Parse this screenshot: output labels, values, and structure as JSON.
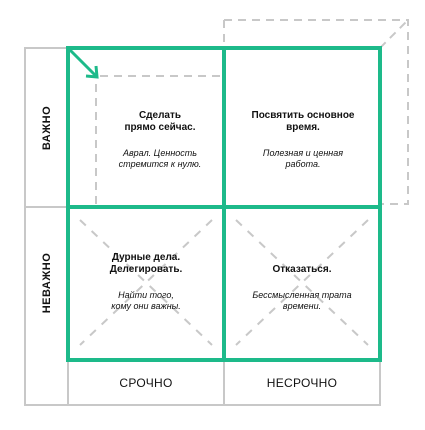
{
  "colors": {
    "accent": "#1dba8a",
    "frame": "#c8c8c8",
    "dashed": "#c8c8c8",
    "text": "#111111"
  },
  "rows": {
    "top": "ВАЖНО",
    "bottom": "НЕВАЖНО"
  },
  "columns": {
    "left": "СРОЧНО",
    "right": "НЕСРОЧНО"
  },
  "quadrants": {
    "top_left": {
      "title": "Сделать\nпрямо сейчас.",
      "desc": "Аврал. Ценность\nстремится к нулю."
    },
    "top_right": {
      "title": "Посвятить основное\nвремя.",
      "desc": "Полезная и ценная\nработа."
    },
    "bottom_left": {
      "title": "Дурные дела.\nДелегировать.",
      "desc": "Найти того,\nкому они важны."
    },
    "bottom_right": {
      "title": "Отказаться.",
      "desc": "Бессмысленная трата\nвремени."
    }
  }
}
